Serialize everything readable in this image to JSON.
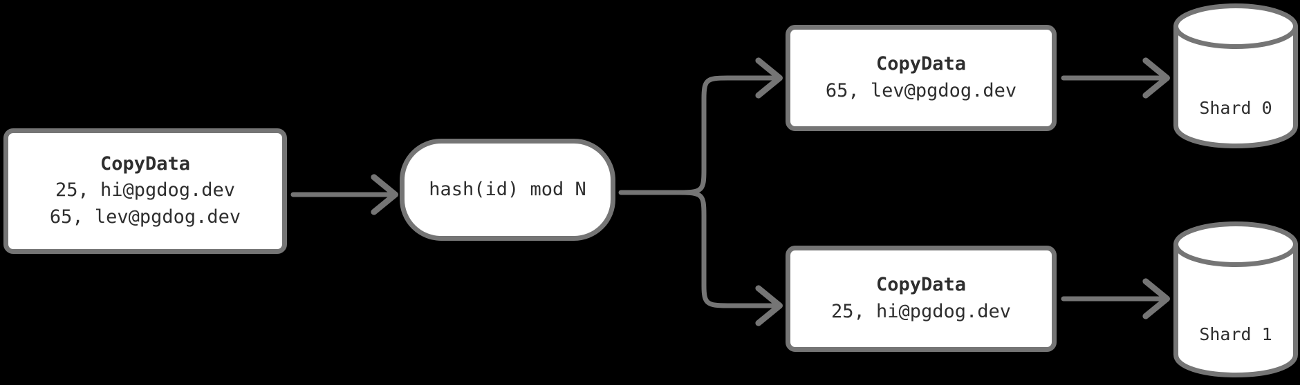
{
  "diagram": {
    "background_color": "#000000",
    "node_fill": "#ffffff",
    "stroke_color": "#757575",
    "text_color": "#2e2e2e",
    "nodes": {
      "source": {
        "title": "CopyData",
        "rows": [
          "25, hi@pgdog.dev",
          "65, lev@pgdog.dev"
        ]
      },
      "hash": {
        "label": "hash(id) mod N"
      },
      "top_copy": {
        "title": "CopyData",
        "rows": [
          "65, lev@pgdog.dev"
        ]
      },
      "bottom_copy": {
        "title": "CopyData",
        "rows": [
          "25, hi@pgdog.dev"
        ]
      },
      "shard0": {
        "label": "Shard 0"
      },
      "shard1": {
        "label": "Shard 1"
      }
    },
    "edges": [
      {
        "name": "source-to-hash",
        "from": "source",
        "to": "hash",
        "style": "arrow"
      },
      {
        "name": "hash-to-top-copy",
        "from": "hash",
        "to": "top_copy",
        "style": "branch-arrow"
      },
      {
        "name": "hash-to-bottom-copy",
        "from": "hash",
        "to": "bottom_copy",
        "style": "branch-arrow"
      },
      {
        "name": "top-copy-to-shard0",
        "from": "top_copy",
        "to": "shard0",
        "style": "arrow"
      },
      {
        "name": "bottom-copy-to-shard1",
        "from": "bottom_copy",
        "to": "shard1",
        "style": "arrow"
      }
    ]
  }
}
